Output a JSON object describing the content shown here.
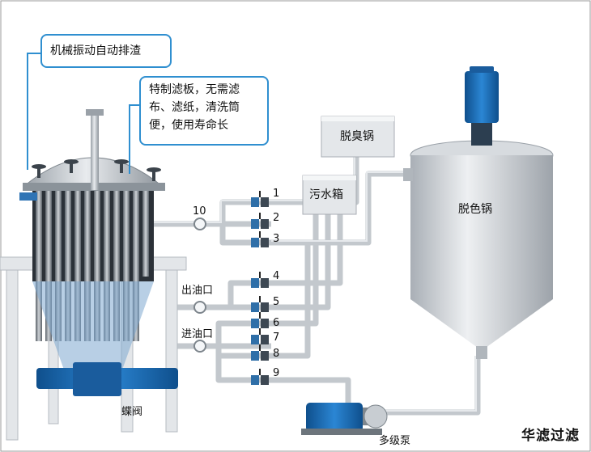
{
  "callouts": {
    "top": "机械振动自动排渣",
    "plate_line1": "特制滤板，无需滤",
    "plate_line2": "布、滤纸，清洗筒",
    "plate_line3": "便，使用寿命长"
  },
  "boxes": {
    "deodorizer": "脱臭锅",
    "wastewater": "污水箱",
    "decolorizer": "脱色锅"
  },
  "ports": {
    "outlet": "出油口",
    "inlet": "进油口",
    "butterfly_valve": "蝶阀",
    "pump": "多级泵"
  },
  "valve_numbers": [
    "1",
    "2",
    "3",
    "4",
    "5",
    "6",
    "7",
    "8",
    "9"
  ],
  "valve_10": "10",
  "brand": "华滤过滤",
  "colors": {
    "callout_border": "#2f8fd0",
    "pipe": "#c9cdd2",
    "steel": "#b9bec4",
    "motor_blue": "#1d6fb8",
    "frame": "#dde1e4"
  }
}
